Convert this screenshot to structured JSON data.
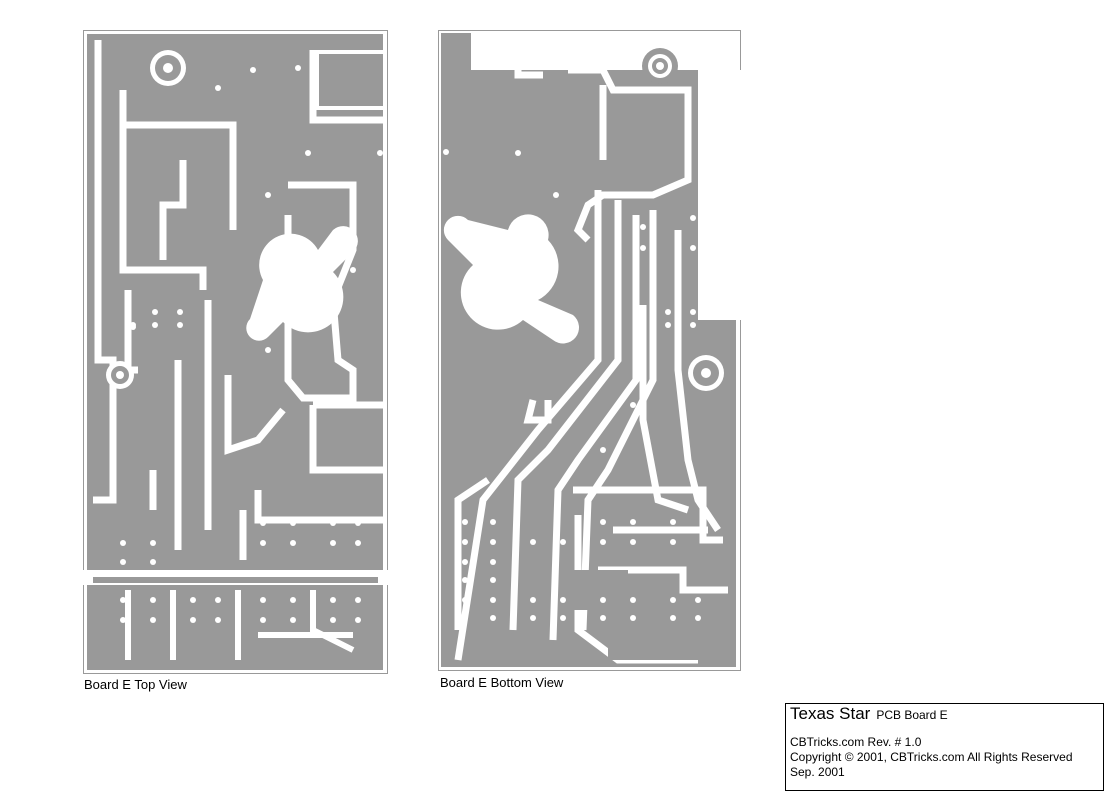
{
  "boards": [
    {
      "caption": "Board E Top View"
    },
    {
      "caption": "Board E Bottom View"
    }
  ],
  "title_block": {
    "title": "Texas Star",
    "subtitle": "PCB Board E",
    "revision": "CBTricks.com Rev. # 1.0",
    "copyright": "Copyright © 2001, CBTricks.com All Rights Reserved",
    "date": "Sep. 2001"
  },
  "colors": {
    "copper": "#999999",
    "background": "#ffffff"
  }
}
